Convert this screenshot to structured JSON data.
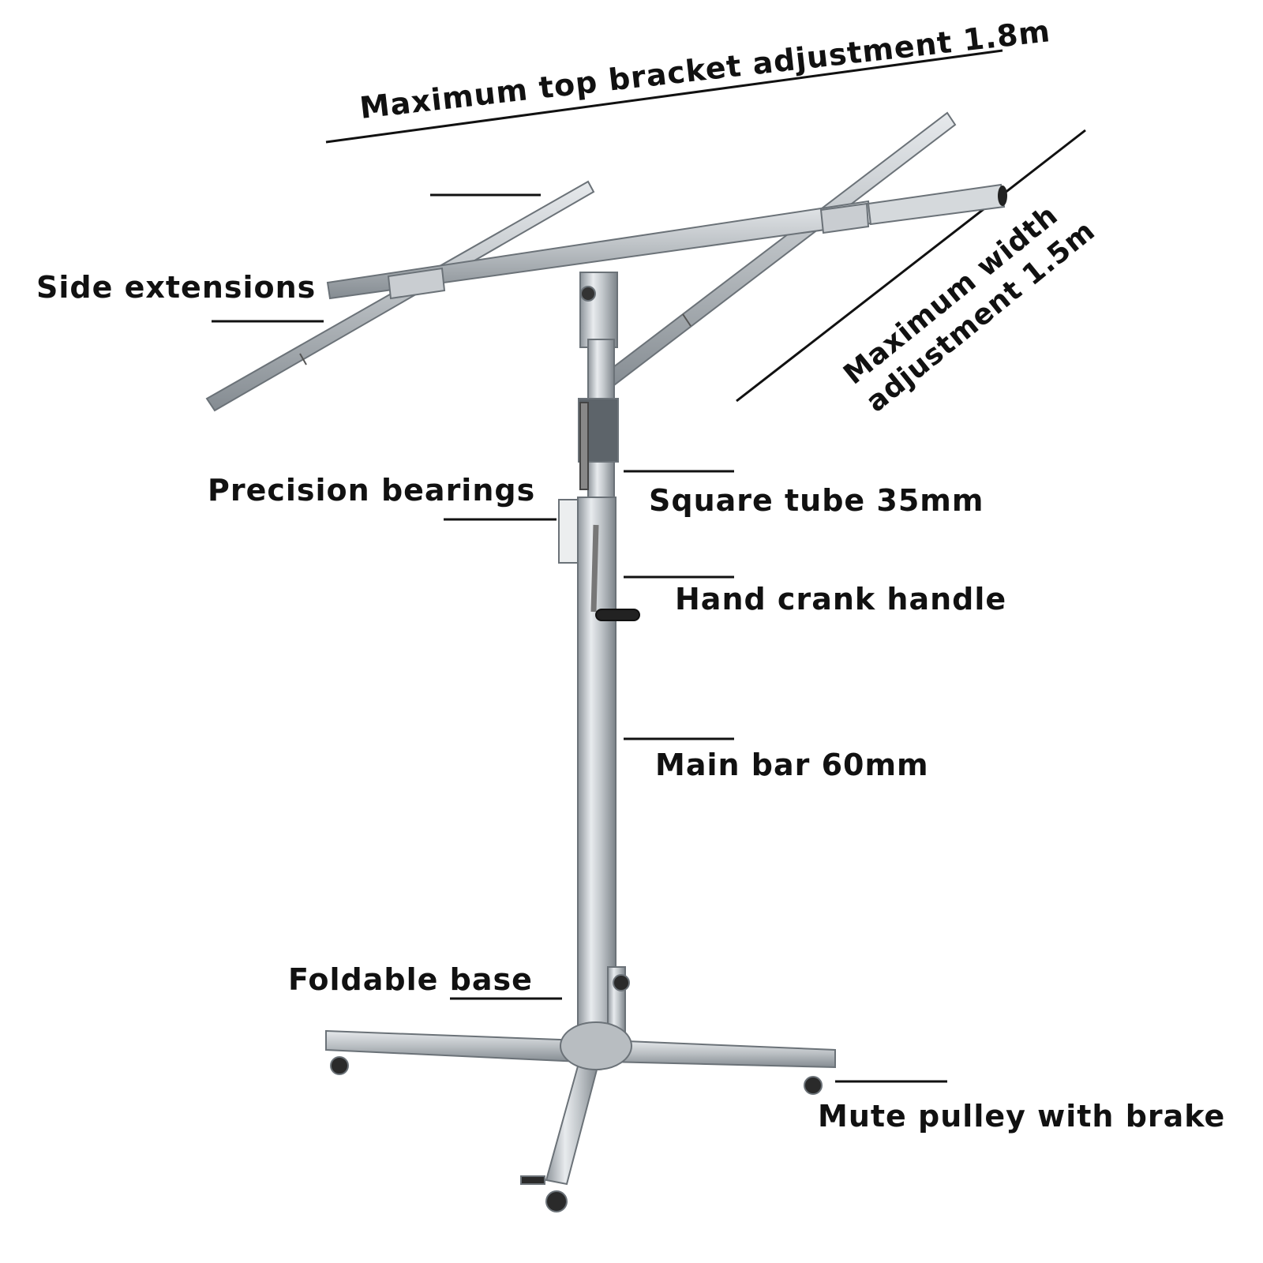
{
  "labels": {
    "top_bracket": "Maximum top bracket adjustment 1.8m",
    "width_line1": "Maximum width",
    "width_line2": "adjustment 1.5m",
    "side_extensions": "Side extensions",
    "precision_bearings": "Precision bearings",
    "square_tube": "Square tube 35mm",
    "hand_crank": "Hand crank handle",
    "main_bar": "Main bar 60mm",
    "foldable_base": "Foldable base",
    "mute_pulley": "Mute pulley with brake"
  },
  "colors": {
    "text": "#111111",
    "metal_light": "#d9dde0",
    "metal_mid": "#a8aeb3",
    "metal_dark": "#6b7278",
    "wheel": "#2a2a2a"
  }
}
